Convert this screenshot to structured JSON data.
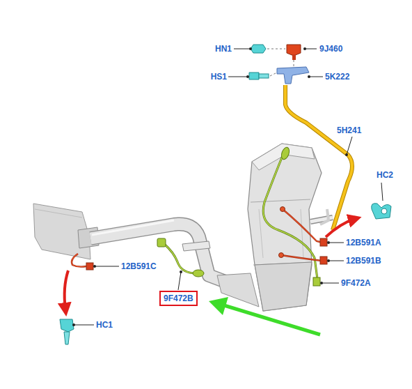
{
  "diagram": {
    "nodes": [
      {
        "text": [
          "9F472B"
        ]
      }
    ],
    "edges": [],
    "labels": [
      "HN1",
      "9J460",
      "HS1",
      "5K222",
      "5H241",
      "HC2",
      "12B591A",
      "12B591B",
      "9F472A",
      "12B591C",
      "HC1"
    ]
  }
}
